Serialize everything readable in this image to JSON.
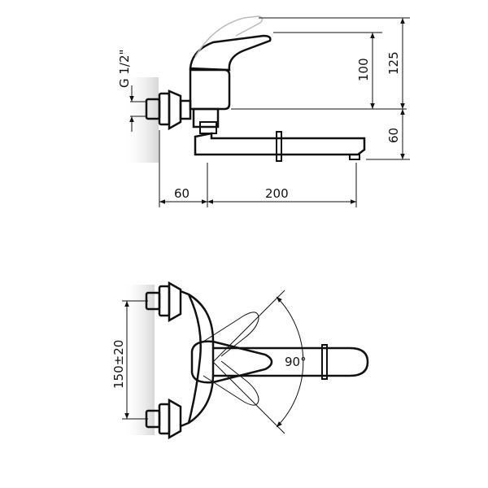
{
  "drawing": {
    "ink_color": "#111111",
    "wall_shade_color": "#d9d9d9",
    "side_view": {
      "dim_thread": "G 1/2\"",
      "dim_height_100": "100",
      "dim_height_125": "125",
      "dim_spout_height": "60",
      "dim_wall_offset": "60",
      "dim_spout_reach": "200"
    },
    "top_view": {
      "dim_centers": "150±20",
      "dim_rotation": "90°"
    }
  }
}
